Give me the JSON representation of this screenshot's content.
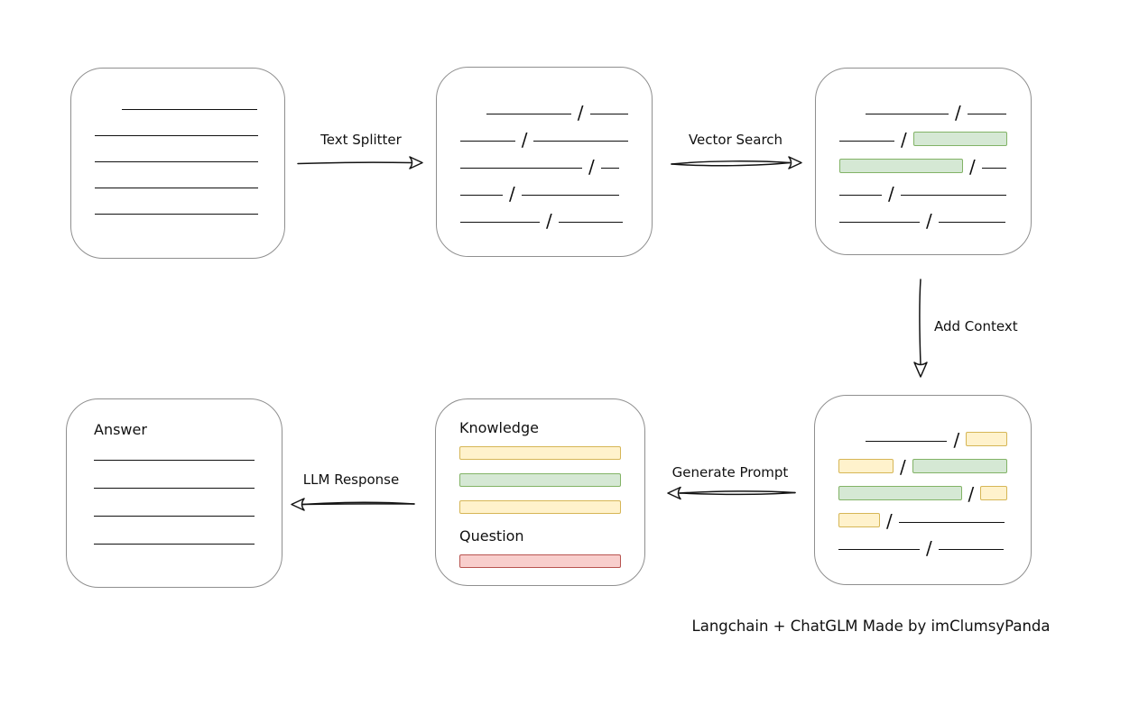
{
  "caption": "Langchain + ChatGLM Made by imClumsyPanda",
  "colors": {
    "green_fill": "#d5e8d4",
    "green_border": "#82b366",
    "yellow_fill": "#fff2cc",
    "yellow_border": "#d6b656",
    "red_fill": "#f8cecc",
    "red_border": "#b85450",
    "box_border": "#8f8f8f",
    "ink": "#141414"
  },
  "arrows": {
    "text_splitter": {
      "label": "Text Splitter",
      "direction": "right"
    },
    "vector_search": {
      "label": "Vector Search",
      "direction": "right"
    },
    "add_context": {
      "label": "Add Context",
      "direction": "down"
    },
    "generate_prompt": {
      "label": "Generate Prompt",
      "direction": "left"
    },
    "llm_response": {
      "label": "LLM Response",
      "direction": "left"
    }
  },
  "boxes": {
    "document": {
      "description": "source document with text lines",
      "rows": [
        {
          "indent": 30,
          "items": [
            {
              "t": "line",
              "w": 150
            }
          ]
        },
        {
          "indent": 0,
          "items": [
            {
              "t": "line",
              "w": 181
            }
          ]
        },
        {
          "indent": 0,
          "items": [
            {
              "t": "line",
              "w": 181
            }
          ]
        },
        {
          "indent": 0,
          "items": [
            {
              "t": "line",
              "w": 181
            }
          ]
        },
        {
          "indent": 0,
          "items": [
            {
              "t": "line",
              "w": 181
            }
          ]
        }
      ]
    },
    "split_text": {
      "description": "document split into chunks by slashes",
      "rows": [
        {
          "indent": 29,
          "items": [
            {
              "t": "line",
              "w": 95
            },
            {
              "t": "slash"
            },
            {
              "t": "line",
              "w": 43
            }
          ]
        },
        {
          "indent": 0,
          "items": [
            {
              "t": "line",
              "w": 61
            },
            {
              "t": "slash"
            },
            {
              "t": "line",
              "w": 105
            }
          ]
        },
        {
          "indent": 0,
          "items": [
            {
              "t": "line",
              "w": 135
            },
            {
              "t": "slash"
            },
            {
              "t": "line",
              "w": 20
            }
          ]
        },
        {
          "indent": 0,
          "items": [
            {
              "t": "line",
              "w": 47
            },
            {
              "t": "slash"
            },
            {
              "t": "line",
              "w": 108
            }
          ]
        },
        {
          "indent": 0,
          "items": [
            {
              "t": "line",
              "w": 88
            },
            {
              "t": "slash"
            },
            {
              "t": "line",
              "w": 71
            }
          ]
        }
      ]
    },
    "search_results": {
      "description": "chunks with vector-search matches highlighted green",
      "rows": [
        {
          "indent": 29,
          "items": [
            {
              "t": "line",
              "w": 92
            },
            {
              "t": "slash"
            },
            {
              "t": "line",
              "w": 43
            }
          ]
        },
        {
          "indent": 0,
          "items": [
            {
              "t": "line",
              "w": 62
            },
            {
              "t": "slash"
            },
            {
              "t": "chunk",
              "c": "green",
              "w": 106
            }
          ]
        },
        {
          "indent": 0,
          "items": [
            {
              "t": "chunk",
              "c": "green",
              "w": 137
            },
            {
              "t": "slash"
            },
            {
              "t": "line",
              "w": 27
            }
          ]
        },
        {
          "indent": 0,
          "items": [
            {
              "t": "line",
              "w": 47
            },
            {
              "t": "slash"
            },
            {
              "t": "line",
              "w": 117
            }
          ]
        },
        {
          "indent": 0,
          "items": [
            {
              "t": "line",
              "w": 89
            },
            {
              "t": "slash"
            },
            {
              "t": "line",
              "w": 74
            }
          ]
        }
      ]
    },
    "context_chunks": {
      "description": "matches plus neighboring context highlighted yellow",
      "rows": [
        {
          "indent": 30,
          "items": [
            {
              "t": "line",
              "w": 93
            },
            {
              "t": "slash"
            },
            {
              "t": "chunk",
              "c": "yellow",
              "w": 47
            }
          ]
        },
        {
          "indent": 0,
          "items": [
            {
              "t": "chunk",
              "c": "yellow",
              "w": 62
            },
            {
              "t": "slash"
            },
            {
              "t": "chunk",
              "c": "green",
              "w": 107
            }
          ]
        },
        {
          "indent": 0,
          "items": [
            {
              "t": "chunk",
              "c": "green",
              "w": 138
            },
            {
              "t": "slash"
            },
            {
              "t": "chunk",
              "c": "yellow",
              "w": 30
            }
          ]
        },
        {
          "indent": 0,
          "items": [
            {
              "t": "chunk",
              "c": "yellow",
              "w": 46
            },
            {
              "t": "slash"
            },
            {
              "t": "line",
              "w": 117
            }
          ]
        },
        {
          "indent": 0,
          "items": [
            {
              "t": "line",
              "w": 90
            },
            {
              "t": "slash"
            },
            {
              "t": "line",
              "w": 72
            }
          ]
        }
      ]
    },
    "prompt": {
      "description": "generated prompt with knowledge and question sections",
      "rows": [
        {
          "indent": 0,
          "items": [
            {
              "t": "heading",
              "v": "Knowledge"
            }
          ]
        },
        {
          "indent": 0,
          "items": [
            {
              "t": "bar",
              "c": "yellow",
              "w": 183
            }
          ]
        },
        {
          "indent": 0,
          "items": [
            {
              "t": "bar",
              "c": "green",
              "w": 183
            }
          ]
        },
        {
          "indent": 0,
          "items": [
            {
              "t": "bar",
              "c": "yellow",
              "w": 183
            }
          ]
        },
        {
          "indent": 0,
          "items": [
            {
              "t": "heading",
              "v": "Question"
            }
          ]
        },
        {
          "indent": 0,
          "items": [
            {
              "t": "bar",
              "c": "red",
              "w": 183
            }
          ]
        }
      ]
    },
    "answer": {
      "description": "LLM answer with text lines",
      "rows": [
        {
          "indent": 0,
          "items": [
            {
              "t": "heading",
              "v": "Answer"
            }
          ]
        },
        {
          "indent": 0,
          "items": [
            {
              "t": "line",
              "w": 182
            }
          ]
        },
        {
          "indent": 0,
          "items": [
            {
              "t": "line",
              "w": 182
            }
          ]
        },
        {
          "indent": 0,
          "items": [
            {
              "t": "line",
              "w": 182
            }
          ]
        },
        {
          "indent": 0,
          "items": [
            {
              "t": "line",
              "w": 182
            }
          ]
        }
      ]
    }
  }
}
